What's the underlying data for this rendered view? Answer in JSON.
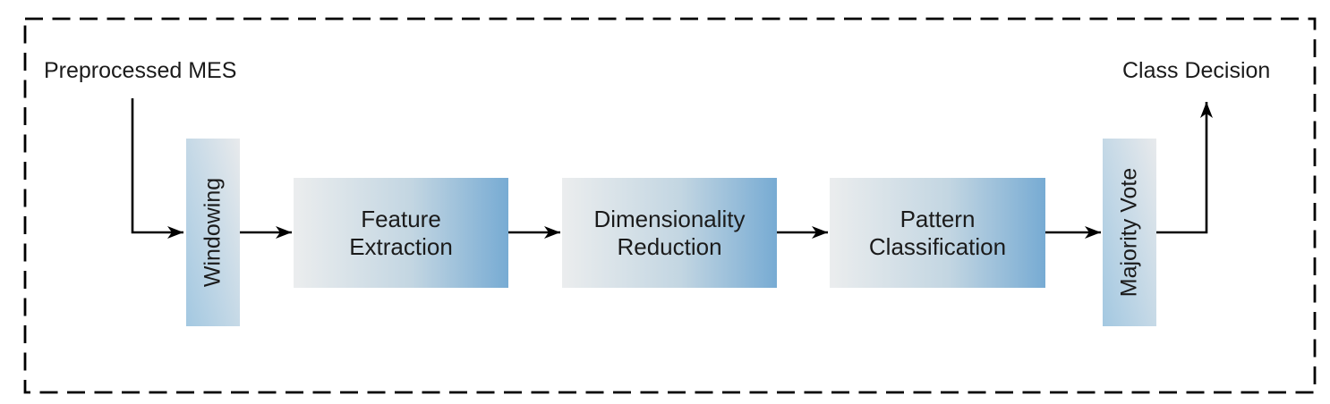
{
  "labels": {
    "input": "Preprocessed MES",
    "output": "Class Decision"
  },
  "stages": [
    {
      "id": "windowing",
      "label": "Windowing",
      "orientation": "vertical"
    },
    {
      "id": "feature-extraction",
      "label": "Feature\nExtraction",
      "orientation": "horizontal"
    },
    {
      "id": "dimensionality-reduction",
      "label": "Dimensionality\nReduction",
      "orientation": "horizontal"
    },
    {
      "id": "pattern-classification",
      "label": "Pattern\nClassification",
      "orientation": "horizontal"
    },
    {
      "id": "majority-vote",
      "label": "Majority Vote",
      "orientation": "vertical"
    }
  ],
  "flow": [
    "Preprocessed MES",
    "Windowing",
    "Feature Extraction",
    "Dimensionality Reduction",
    "Pattern Classification",
    "Majority Vote",
    "Class Decision"
  ],
  "colors": {
    "box_blue": "#77abd3",
    "box_light": "#ebedee",
    "vbox_blue": "#a3c8e1",
    "vbox_light": "#e8eaec",
    "line": "#000000",
    "text": "#1b1b1b",
    "bg": "#ffffff"
  }
}
